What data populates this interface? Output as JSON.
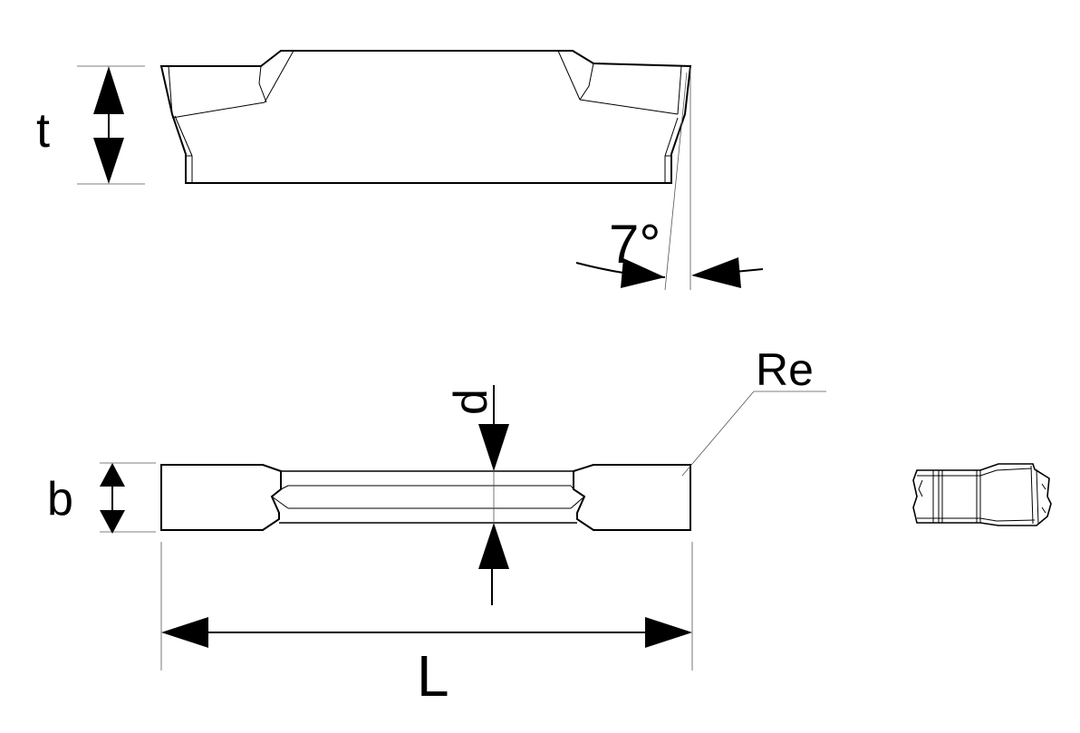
{
  "labels": {
    "thickness": "t",
    "angle": "7°",
    "radius": "Re",
    "depth": "d",
    "width": "b",
    "length": "L"
  },
  "colors": {
    "line": "#000000",
    "background": "#ffffff"
  }
}
